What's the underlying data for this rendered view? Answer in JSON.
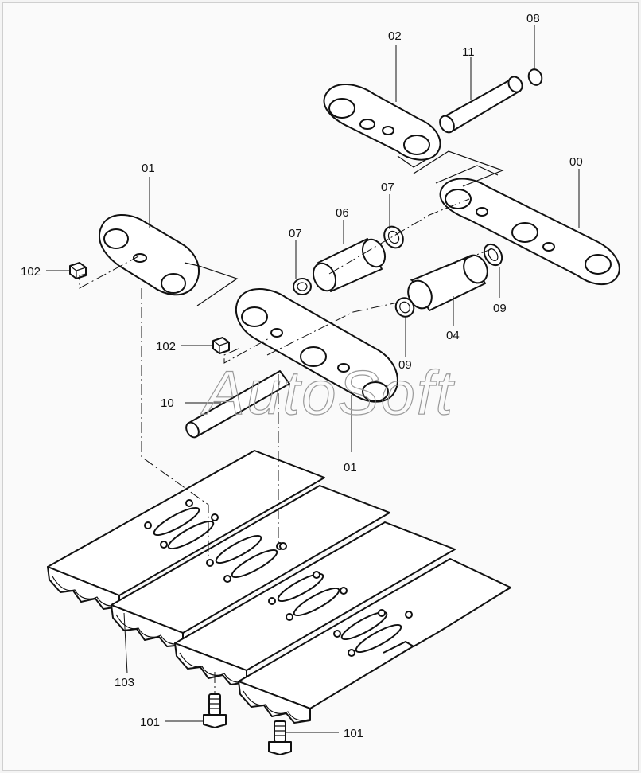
{
  "labels": {
    "p00": "00",
    "p01a": "01",
    "p01b": "01",
    "p02": "02",
    "p04": "04",
    "p06": "06",
    "p07a": "07",
    "p07b": "07",
    "p08": "08",
    "p09a": "09",
    "p09b": "09",
    "p10": "10",
    "p11": "11",
    "p101a": "101",
    "p101b": "101",
    "p102a": "102",
    "p102b": "102",
    "p103": "103"
  },
  "watermark": "AutoSoft"
}
